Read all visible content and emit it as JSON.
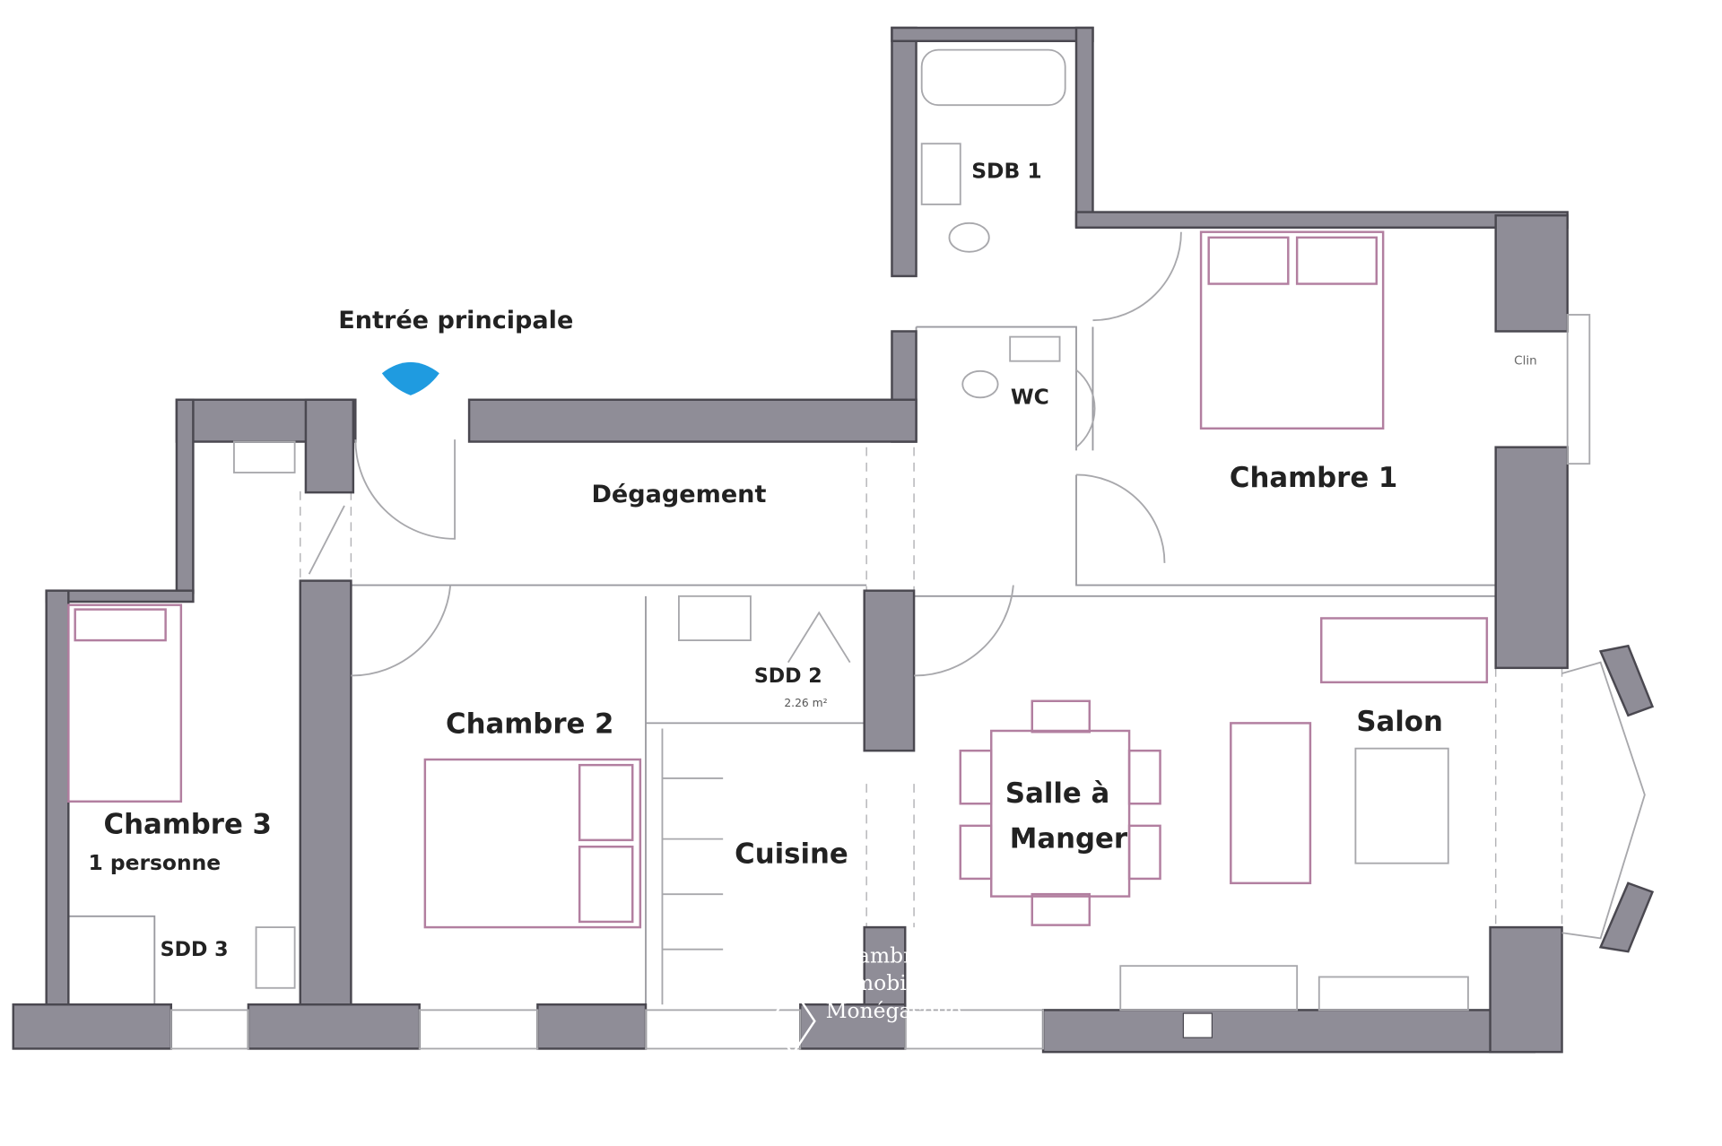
{
  "plan": {
    "entrance_label": "Entrée principale",
    "rooms": {
      "sdb1": "SDB 1",
      "wc": "WC",
      "degagement": "Dégagement",
      "chambre1": "Chambre 1",
      "chambre2": "Chambre 2",
      "sdd2": "SDD 2",
      "sdd2_area": "2.26 m²",
      "chambre3": "Chambre 3",
      "chambre3_note": "1 personne",
      "sdd3": "SDD 3",
      "cuisine": "Cuisine",
      "salle_line1": "Salle à",
      "salle_line2": "Manger",
      "salon": "Salon"
    },
    "closet_label": "Clin",
    "watermark": [
      "Chambre",
      "Immobilière",
      "Monégasque"
    ],
    "colors": {
      "wall": "#8f8d97",
      "furniture": "#b27fa0",
      "entrance_arrow": "#1f9be0"
    }
  }
}
